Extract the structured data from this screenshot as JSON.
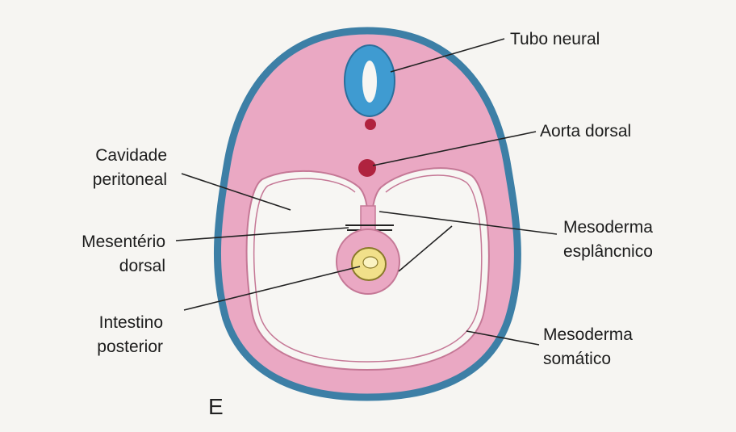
{
  "labels": {
    "tubo_neural": "Tubo neural",
    "aorta_dorsal": "Aorta dorsal",
    "cavidade_line1": "Cavidade",
    "cavidade_line2": "peritoneal",
    "mesenterio_line1": "Mesentério",
    "mesenterio_line2": "dorsal",
    "intestino_line1": "Intestino",
    "intestino_line2": "posterior",
    "meso_espl_line1": "Mesoderma",
    "meso_espl_line2": "esplâncnico",
    "meso_som_line1": "Mesoderma",
    "meso_som_line2": "somático"
  },
  "panel_letter": "E",
  "colors": {
    "background": "#f6f5f2",
    "outer_border": "#3d7fa6",
    "body_pink": "#eaa8c3",
    "pink_edge": "#c57896",
    "cavity": "#f7f6f3",
    "neural_tube": "#3f9bd1",
    "aorta": "#b0233f",
    "gut_yellow": "#f1e08a",
    "leader_line": "#222222"
  }
}
